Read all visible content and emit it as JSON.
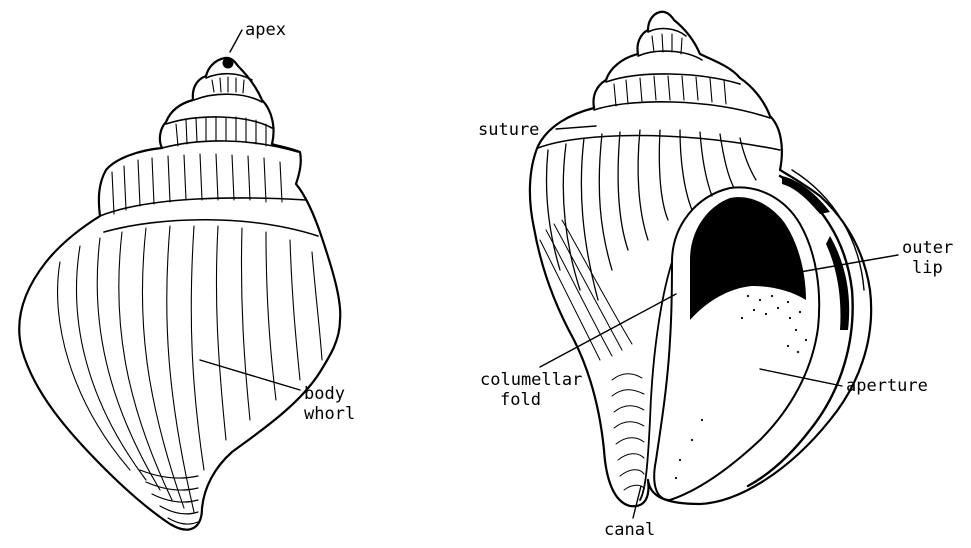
{
  "figure": {
    "left_shell": {
      "labels": {
        "apex": "apex",
        "body_whorl": [
          "body",
          "whorl"
        ]
      }
    },
    "right_shell": {
      "labels": {
        "suture": "suture",
        "outer_lip": [
          "outer",
          "lip"
        ],
        "columellar_fold": [
          "columellar",
          "fold"
        ],
        "aperture": "aperture",
        "canal": "canal"
      }
    },
    "colors": {
      "ink": "#000000",
      "paper": "#ffffff"
    }
  }
}
